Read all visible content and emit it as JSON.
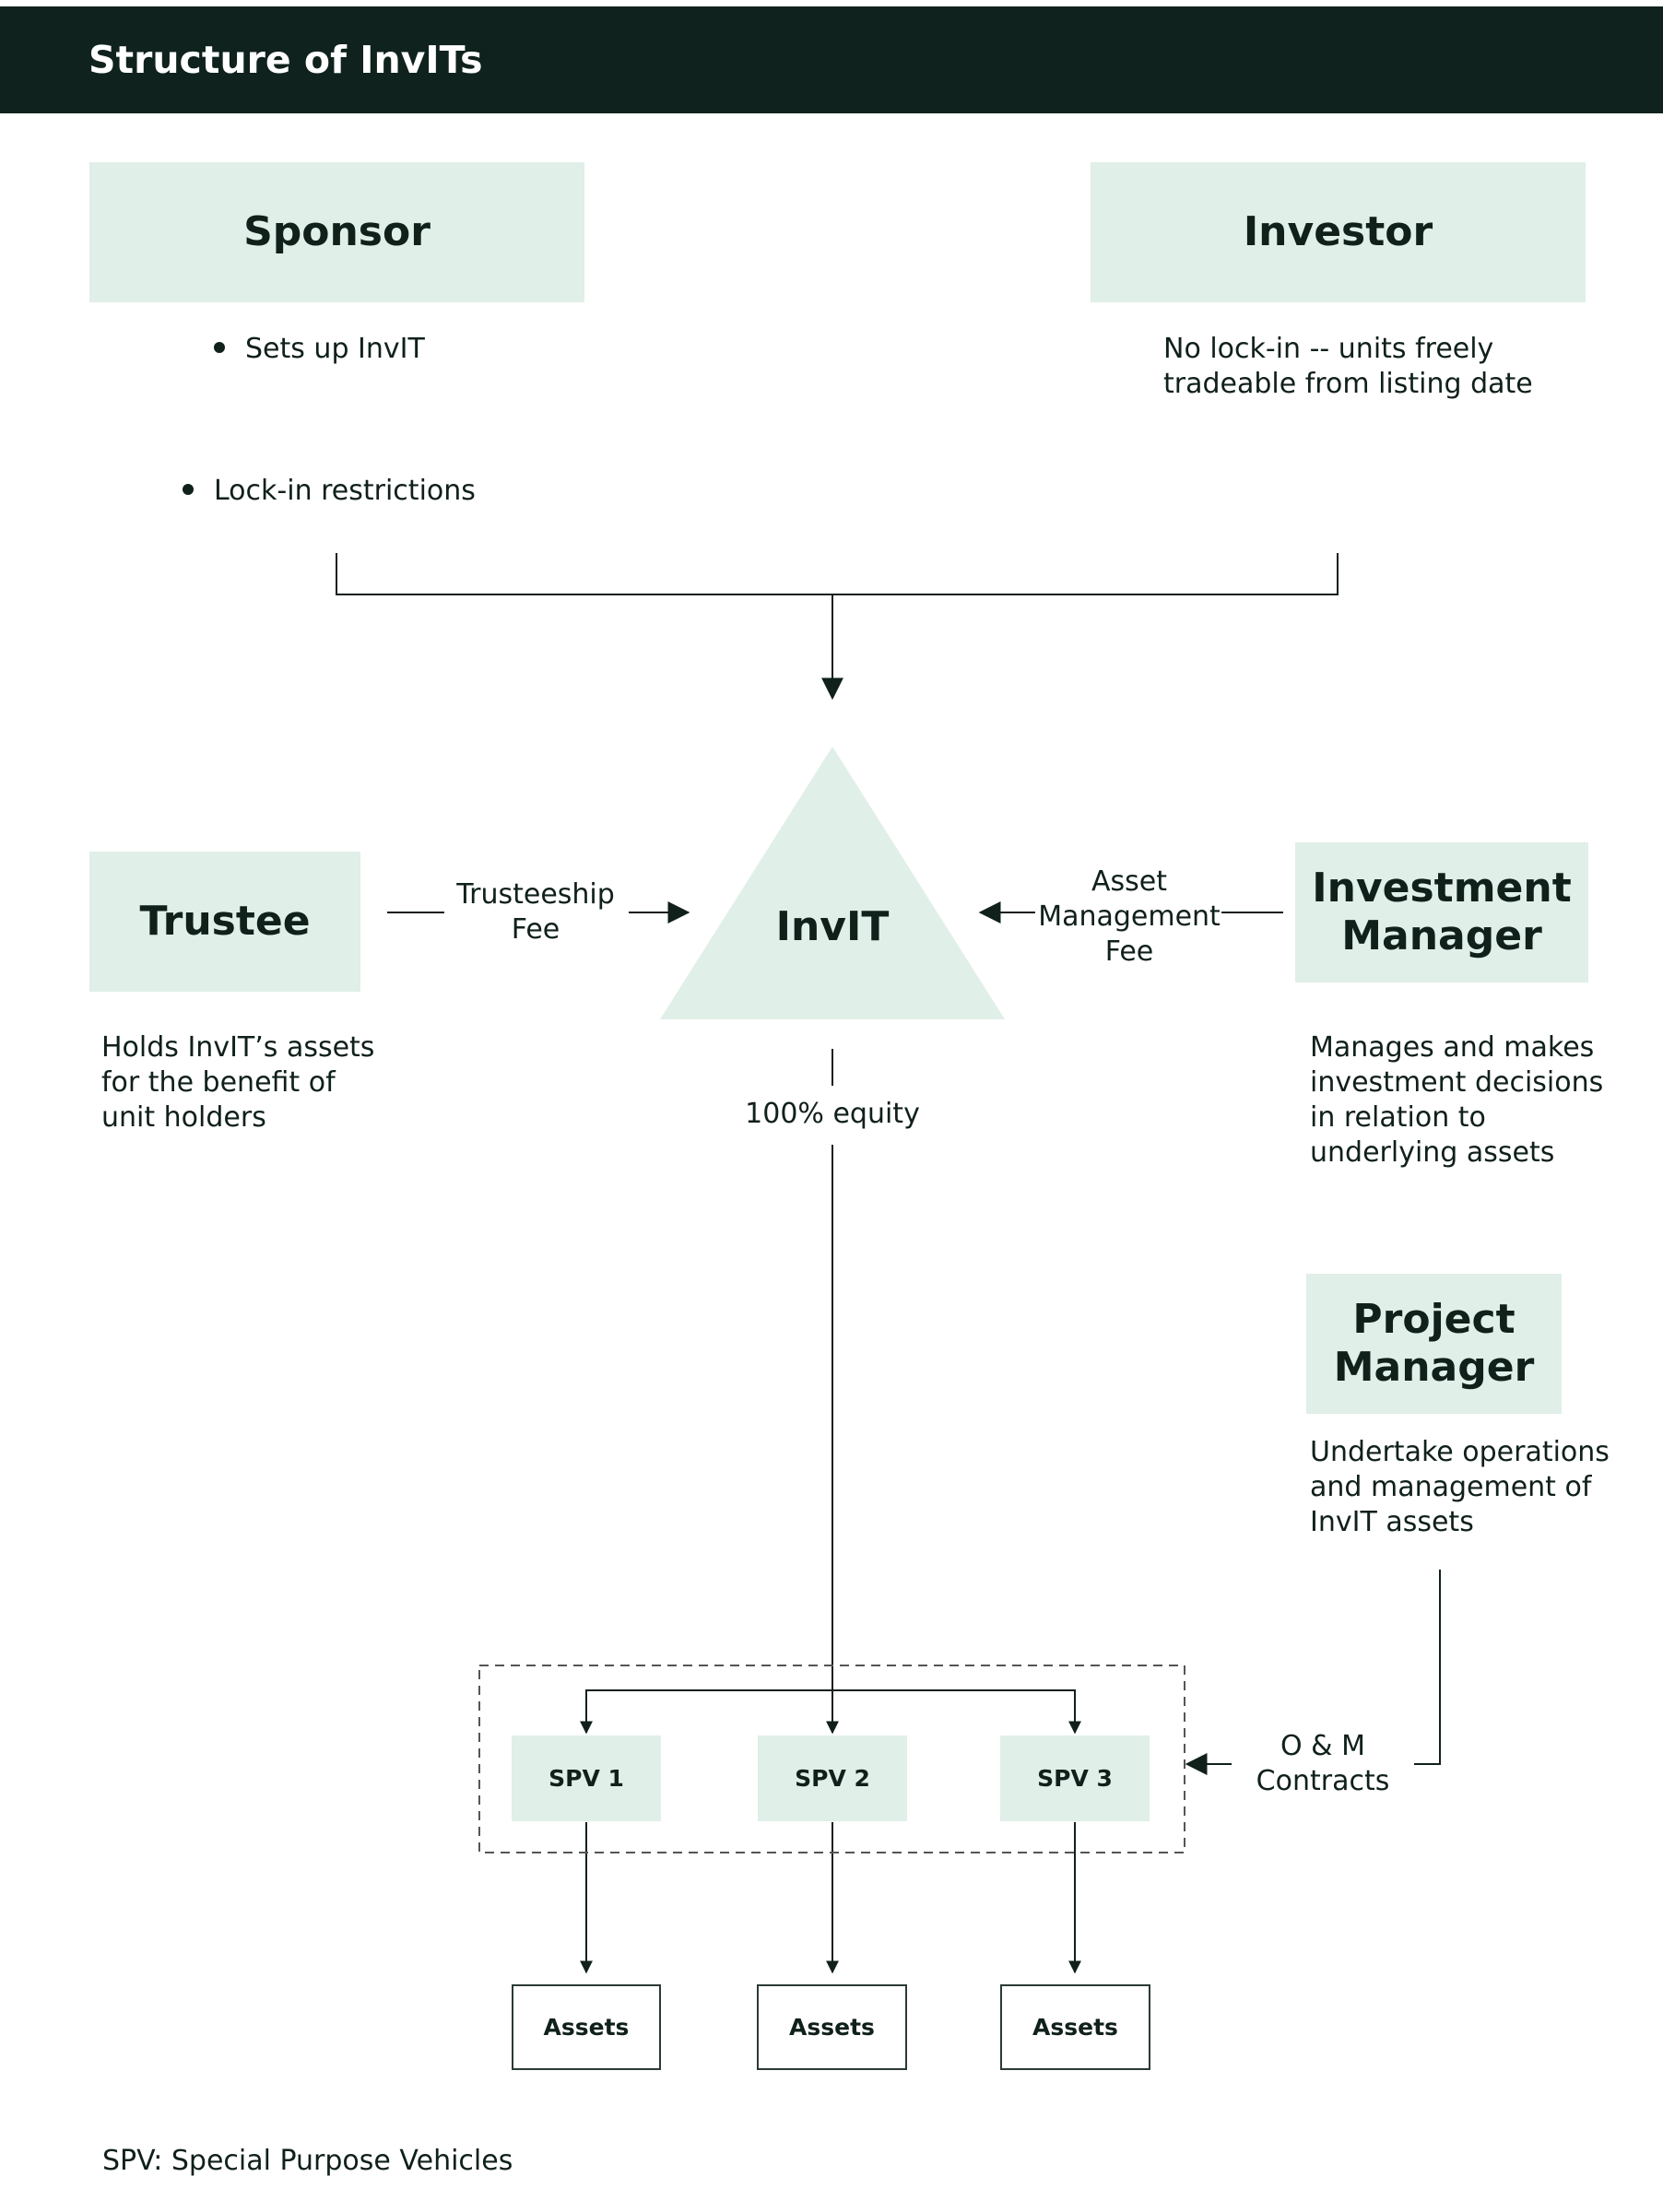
{
  "header": {
    "title": "Structure of InvITs"
  },
  "colors": {
    "header_bg": "#0f221d",
    "box_fill": "#e0efe7",
    "line": "#10201b"
  },
  "sponsor": {
    "label": "Sponsor",
    "bullets": [
      "Sets up InvIT",
      "Lock-in restrictions"
    ]
  },
  "investor": {
    "label": "Investor",
    "description_line1": "No lock-in -- units freely",
    "description_line2": "tradeable from listing date"
  },
  "trustee": {
    "label": "Trustee",
    "fee_line1": "Trusteeship",
    "fee_line2": "Fee",
    "description_line1": "Holds InvIT’s assets",
    "description_line2": "for the benefit of",
    "description_line3": "unit holders"
  },
  "invit": {
    "label": "InvIT",
    "equity_label": "100% equity"
  },
  "investment_manager": {
    "label_line1": "Investment",
    "label_line2": "Manager",
    "fee_line1": "Asset",
    "fee_line2": "Management",
    "fee_line3": "Fee",
    "description_line1": "Manages and makes",
    "description_line2": "investment decisions",
    "description_line3": "in relation to",
    "description_line4": "underlying assets"
  },
  "project_manager": {
    "label_line1": "Project",
    "label_line2": "Manager",
    "description_line1": "Undertake operations",
    "description_line2": "and management of",
    "description_line3": "InvIT assets",
    "contract_line1": "O & M",
    "contract_line2": "Contracts"
  },
  "spvs": [
    "SPV 1",
    "SPV 2",
    "SPV 3"
  ],
  "assets": [
    "Assets",
    "Assets",
    "Assets"
  ],
  "footnote": "SPV: Special Purpose Vehicles"
}
